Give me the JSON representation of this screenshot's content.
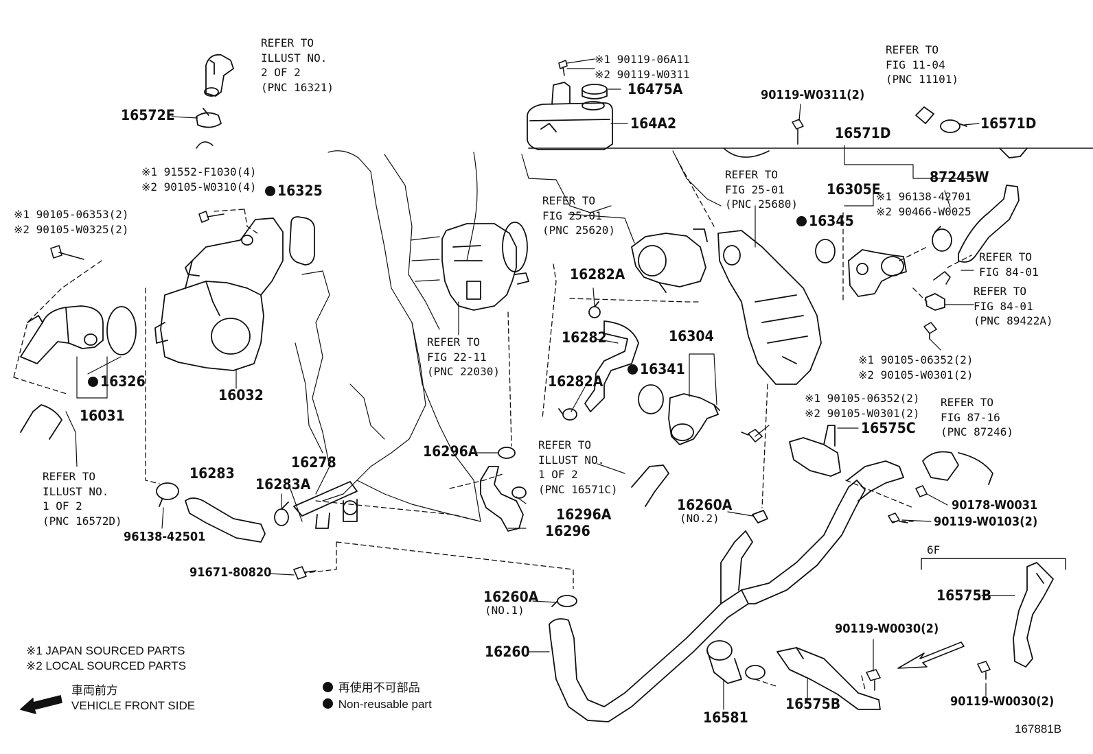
{
  "labels": {
    "p16572E": "16572E",
    "p16475A": "16475A",
    "p164A2": "164A2",
    "p16325": "16325",
    "p16031": "16031",
    "p16326": "16326",
    "p16032": "16032",
    "p16283": "16283",
    "p16283A": "16283A",
    "p16278": "16278",
    "p96138_42501": "96138-42501",
    "p91671_80820": "91671-80820",
    "p16282A_top": "16282A",
    "p16282": "16282",
    "p16282A_bot": "16282A",
    "p16296A_top": "16296A",
    "p16296A_bot": "16296A",
    "p16296": "16296",
    "p16304": "16304",
    "p16341": "16341",
    "p16260A_no2": "16260A",
    "no2": "(NO.2)",
    "p16260A_no1": "16260A",
    "no1": "(NO.1)",
    "p16260": "16260",
    "p16581": "16581",
    "p16575B_bot": "16575B",
    "p16575B_right": "16575B",
    "p16575C": "16575C",
    "p16571D_top": "16571D",
    "p16571D_right": "16571D",
    "p87245W": "87245W",
    "p16305E": "16305E",
    "p16345": "16345",
    "p90119_W0311_2": "90119-W0311(2)",
    "p90178_W0031": "90178-W0031",
    "p90119_W0103_2": "90119-W0103(2)",
    "p90119_W0030_2_a": "90119-W0030(2)",
    "p90119_W0030_2_b": "90119-W0030(2)",
    "code6F": "6F",
    "figure_id": "167881B"
  },
  "refs": {
    "ref_illust_2of2": "REFER TO\nILLUST NO.\n2 OF 2\n(PNC 16321)",
    "ref_fig_11_04": "REFER TO\nFIG 11-04\n(PNC 11101)",
    "ref_fig_25_01_a": "REFER TO\nFIG 25-01\n(PNC 25620)",
    "ref_fig_25_01_b": "REFER TO\nFIG 25-01\n(PNC 25680)",
    "ref_fig_22_11": "REFER TO\nFIG 22-11\n(PNC 22030)",
    "ref_illust_1of2_a": "REFER TO\nILLUST NO.\n1 OF 2\n(PNC 16572D)",
    "ref_illust_1of2_b": "REFER TO\nILLUST NO.\n1 OF 2\n(PNC 16571C)",
    "ref_fig_84_01_a": "REFER TO\nFIG 84-01",
    "ref_fig_84_01_b": "REFER TO\nFIG 84-01\n(PNC 89422A)",
    "ref_fig_87_16": "REFER TO\nFIG 87-16\n(PNC 87246)"
  },
  "alternates": {
    "bolt_top": "※1 90119-06A11\n※2 90119-W0311",
    "bolt_upper_left": "※1 91552-F1030(4)\n※2 90105-W0310(4)",
    "bolt_left": "※1 90105-06353(2)\n※2 90105-W0325(2)",
    "hose_clip_right": "※1 96138-42701\n※2 90466-W0025",
    "bolt_right": "※1 90105-06352(2)\n※2 90105-W0301(2)",
    "bolt_center": "※1 90105-06352(2)\n※2 90105-W0301(2)"
  },
  "legend": {
    "japan_parts": "※1 JAPAN SOURCED PARTS",
    "local_parts": "※2 LOCAL SOURCED PARTS",
    "front_jp": "車両前方",
    "front_en": "VEHICLE FRONT SIDE",
    "nonreuse_jp": "再使用不可部品",
    "nonreuse_en": "Non-reusable part"
  }
}
